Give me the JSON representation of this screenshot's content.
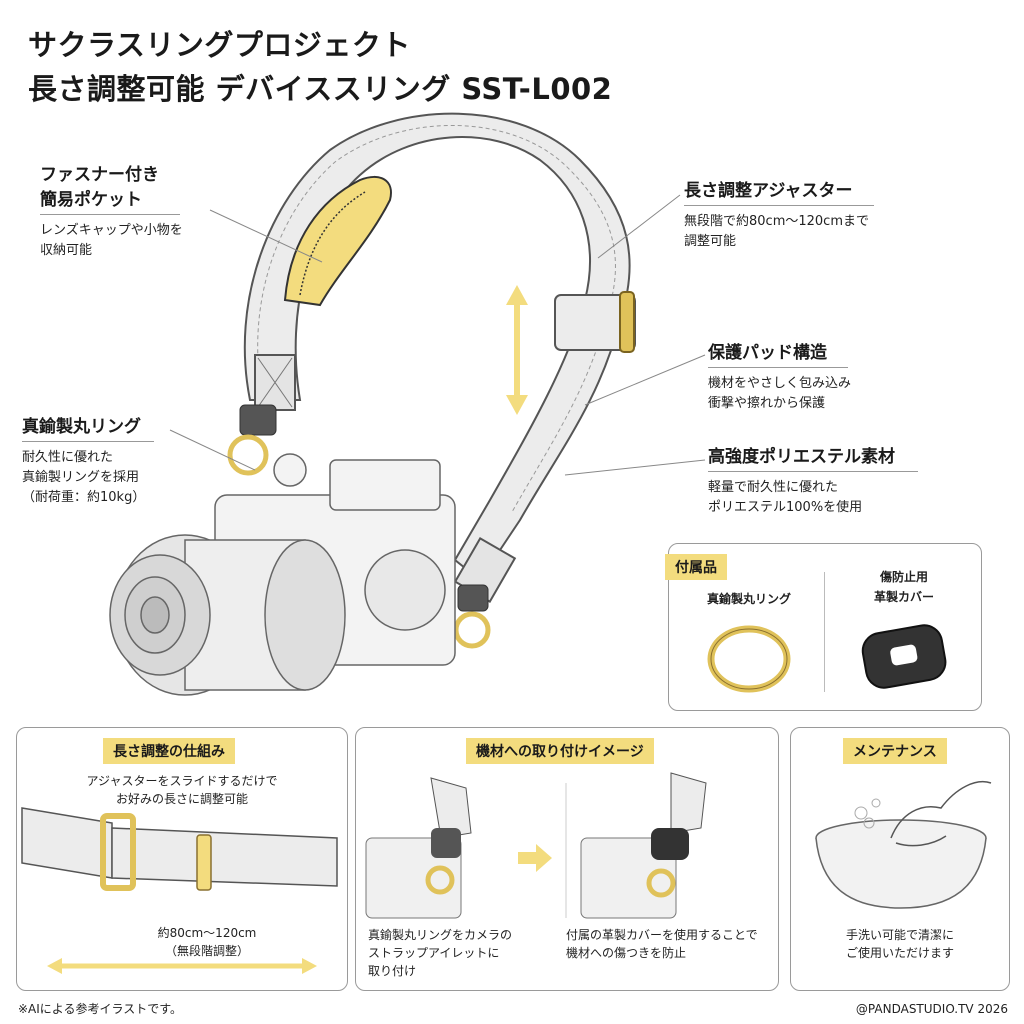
{
  "header": {
    "line1": "サクラスリングプロジェクト",
    "line2": "長さ調整可能 デバイススリング SST-L002"
  },
  "callouts": {
    "pocket": {
      "title1": "ファスナー付き",
      "title2": "簡易ポケット",
      "desc1": "レンズキャップや小物を",
      "desc2": "収納可能"
    },
    "ring": {
      "title": "真鍮製丸リング",
      "desc1": "耐久性に優れた",
      "desc2": "真鍮製リングを採用",
      "desc3": "（耐荷重：約10kg）"
    },
    "adjuster": {
      "title": "長さ調整アジャスター",
      "desc1": "無段階で約80cm〜120cmまで",
      "desc2": "調整可能"
    },
    "pad": {
      "title": "保護パッド構造",
      "desc1": "機材をやさしく包み込み",
      "desc2": "衝撃や擦れから保護"
    },
    "material": {
      "title": "高強度ポリエステル素材",
      "desc1": "軽量で耐久性に優れた",
      "desc2": "ポリエステル100%を使用"
    }
  },
  "accessories": {
    "tag": "付属品",
    "item1": "真鍮製丸リング",
    "item2_line1": "傷防止用",
    "item2_line2": "革製カバー"
  },
  "panel_adjust": {
    "tag": "長さ調整の仕組み",
    "desc1": "アジャスターをスライドするだけで",
    "desc2": "お好みの長さに調整可能",
    "range1": "約80cm〜120cm",
    "range2": "（無段階調整）"
  },
  "panel_attach": {
    "tag": "機材への取り付けイメージ",
    "left1": "真鍮製丸リングをカメラの",
    "left2": "ストラップアイレットに",
    "left3": "取り付け",
    "right1": "付属の革製カバーを使用することで",
    "right2": "機材への傷つきを防止"
  },
  "panel_maint": {
    "tag": "メンテナンス",
    "desc1": "手洗い可能で清潔に",
    "desc2": "ご使用いただけます"
  },
  "footer": {
    "note": "※AIによる参考イラストです。",
    "credit": "@PANDASTUDIO.TV 2026"
  },
  "colors": {
    "accent": "#f3dc7e",
    "brass": "#e0c25a",
    "strap": "#ececec",
    "outline": "#555555"
  }
}
